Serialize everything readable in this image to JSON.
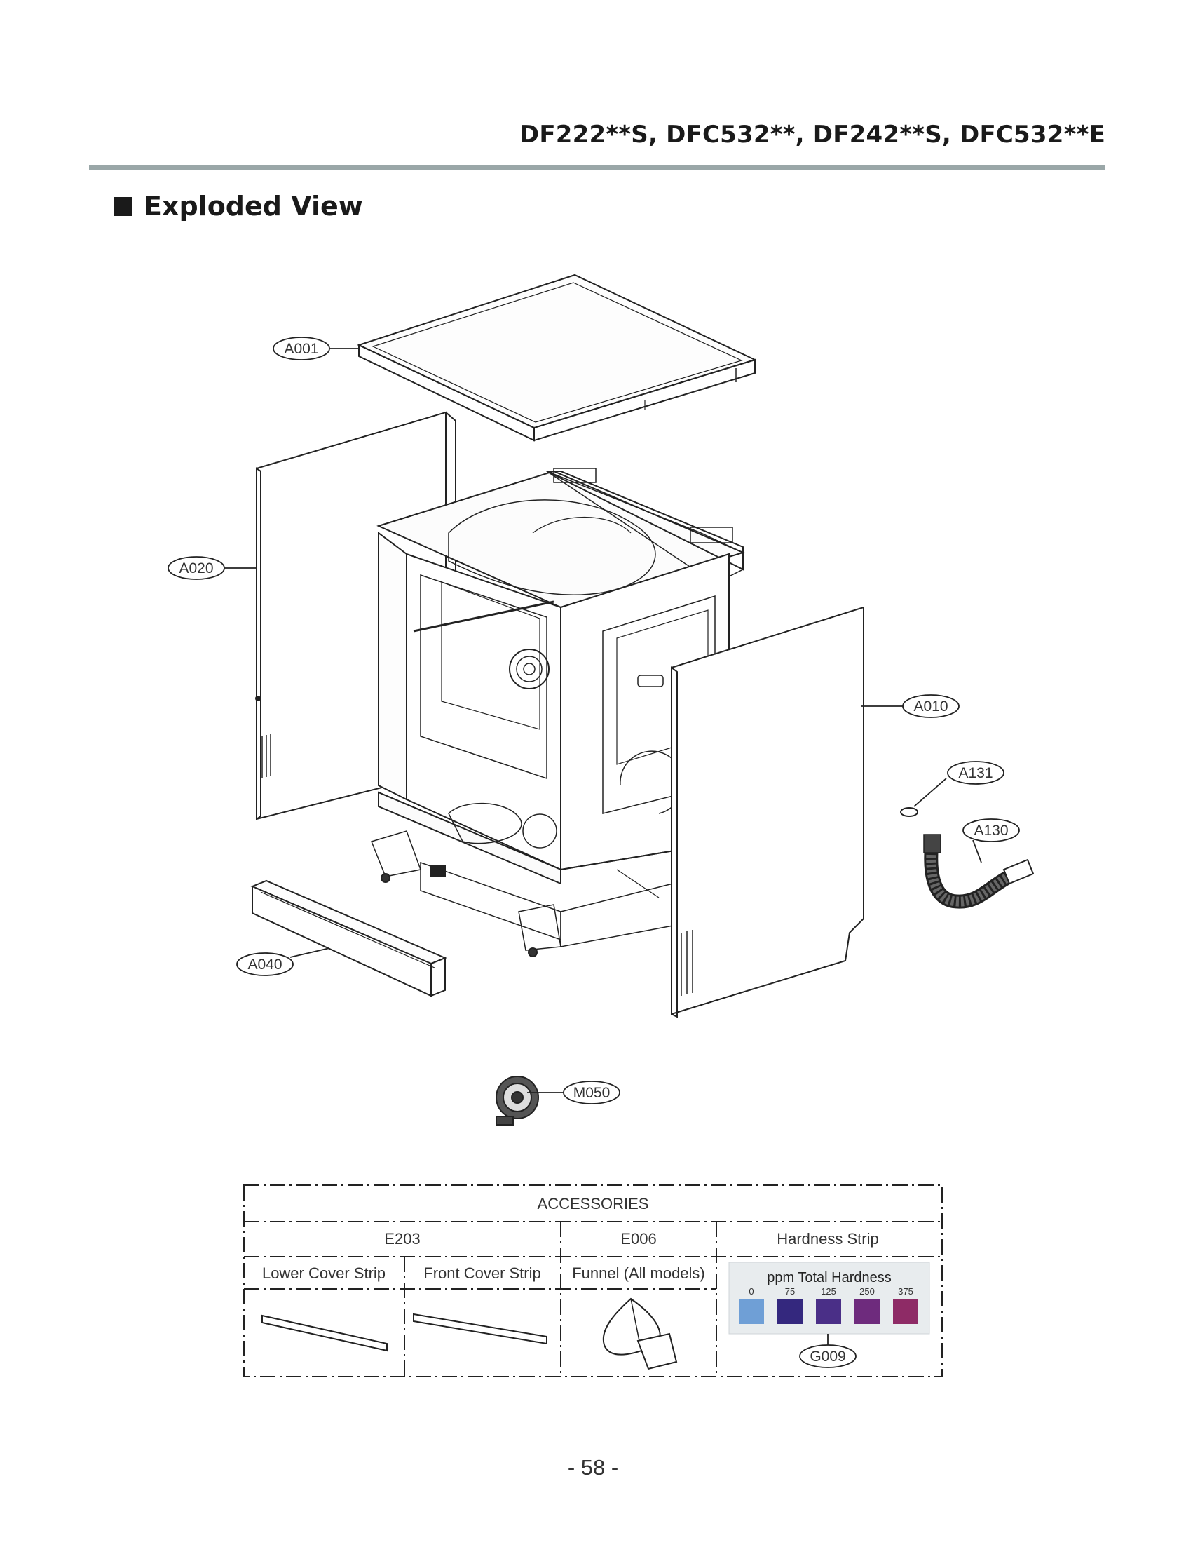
{
  "header": {
    "models": "DF222**S, DFC532**, DF242**S, DFC532**E",
    "section_title": "Exploded View"
  },
  "callouts": {
    "a001": "A001",
    "a020": "A020",
    "a010": "A010",
    "a131": "A131",
    "a130": "A130",
    "a040": "A040",
    "m050": "M050",
    "g009": "G009"
  },
  "accessories": {
    "title": "ACCESSORIES",
    "groups": {
      "e203": "E203",
      "e006": "E006",
      "hardness": "Hardness Strip"
    },
    "items": {
      "lower_cover_strip": "Lower Cover Strip",
      "front_cover_strip": "Front Cover Strip",
      "funnel": "Funnel (All models)"
    },
    "hardness_strip": {
      "label": "ppm Total Hardness",
      "levels": [
        "0",
        "75",
        "125",
        "250",
        "375"
      ],
      "colors": [
        "#6f9fd6",
        "#34287e",
        "#4a2f87",
        "#6e2b7d",
        "#8e2b66"
      ]
    }
  },
  "page": {
    "number": "- 58 -"
  }
}
